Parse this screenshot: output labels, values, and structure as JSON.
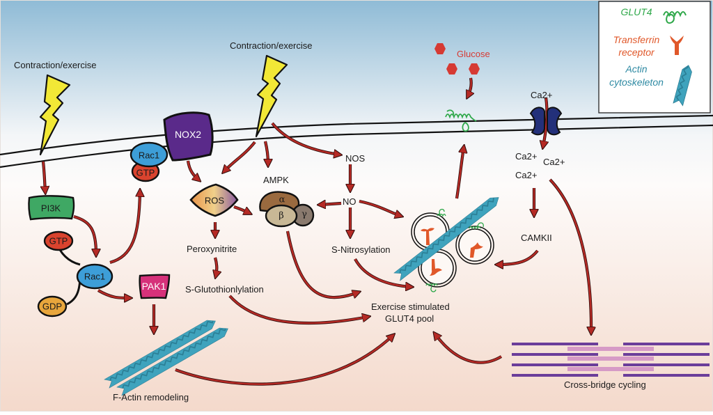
{
  "diagram": {
    "colors": {
      "arrow": "#b52a25",
      "glut4": "#2fa84a",
      "transferrin": "#e0582a",
      "actin": "#3fa3bd",
      "nox2": "#5a2a8a",
      "rac1": "#3d9ed8",
      "gtp": "#d9432e",
      "gdp": "#e8a63c",
      "pi3k": "#3fa864",
      "pak1": "#d6317a",
      "ampk_alpha": "#9a6a3f",
      "ampk_beta": "#c8b896",
      "ampk_gamma": "#8a7a6e",
      "glucose": "#d63a33",
      "ca_channel": "#23307a",
      "bolt": "#f2e836",
      "myosin": "#6b3d9a",
      "actin_filament": "#d69ac6"
    },
    "legend": {
      "glut4": "GLUT4",
      "transferrin_line1": "Transferrin",
      "transferrin_line2": "receptor",
      "actin_line1": "Actin",
      "actin_line2": "cytoskeleton"
    },
    "stimuli": {
      "left": "Contraction/exercise",
      "center": "Contraction/exercise"
    },
    "nodes": {
      "pi3k": "PI3K",
      "rac1_cyto": "Rac1",
      "gtp_cyto": "GTP",
      "gdp": "GDP",
      "pak1": "PAK1",
      "nox2": "NOX2",
      "rac1_mem": "Rac1",
      "gtp_mem": "GTP",
      "ros": "ROS",
      "ampk": "AMPK",
      "ampk_alpha": "α",
      "ampk_beta": "β",
      "ampk_gamma": "γ",
      "nos": "NOS",
      "no": "NO",
      "peroxynitrite": "Peroxynitrite",
      "s_glut": "S-Glutothionlylation",
      "s_nitro": "S-Nitrosylation",
      "glucose": "Glucose",
      "ca_top": "Ca2+",
      "ca_a": "Ca2+",
      "ca_b": "Ca2+",
      "ca_c": "Ca2+",
      "camkii": "CAMKII",
      "pool_line1": "Exercise stimulated",
      "pool_line2": "GLUT4 pool",
      "f_actin": "F-Actin remodeling",
      "cross_bridge": "Cross-bridge cycling"
    }
  }
}
